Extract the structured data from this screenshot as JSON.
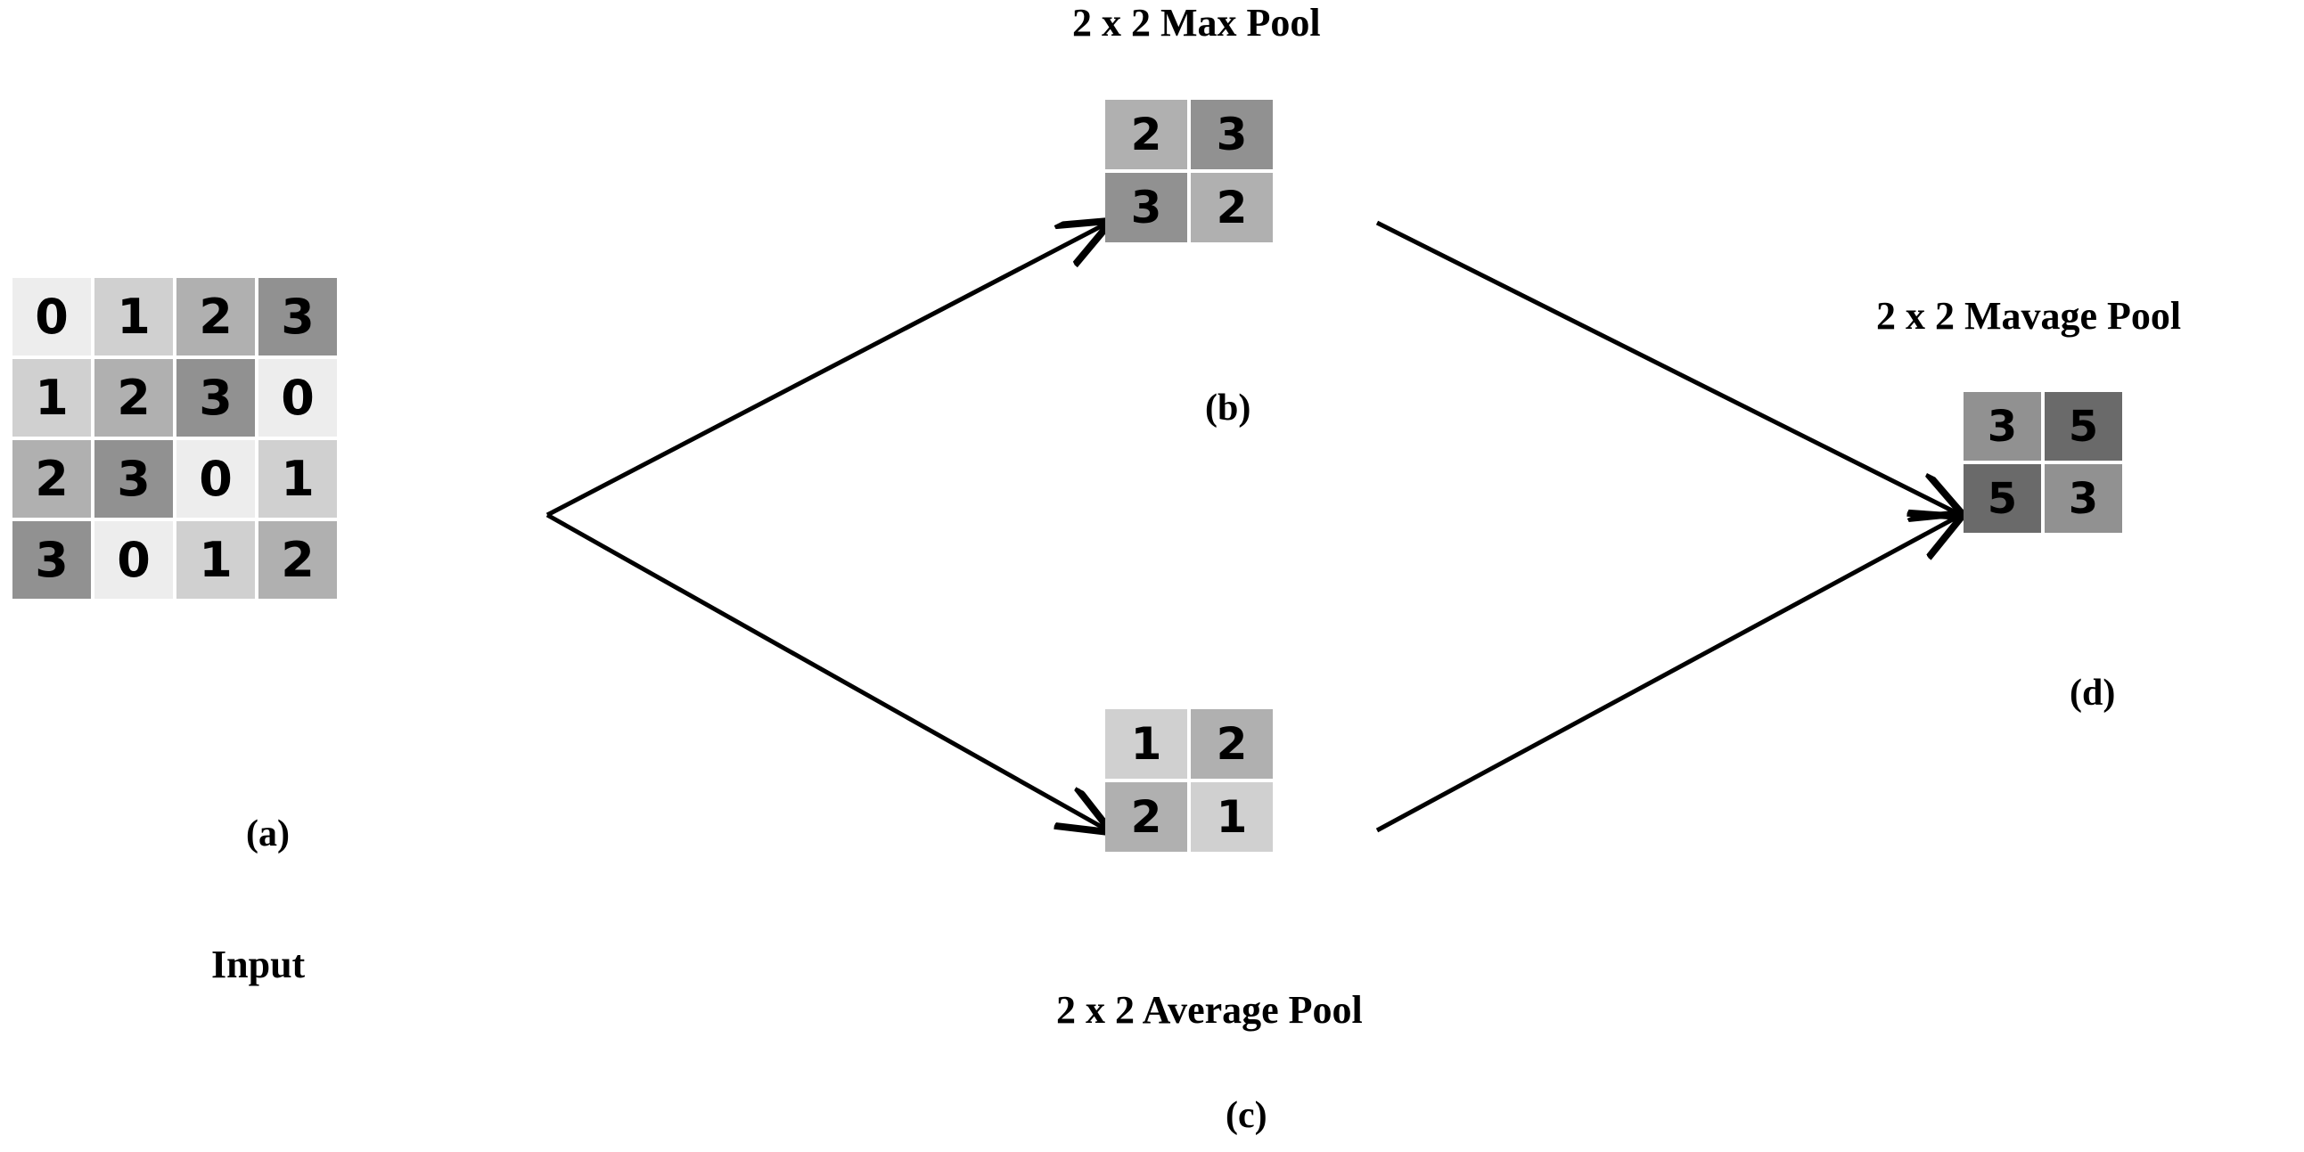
{
  "diagram": {
    "title_max_pool": "2 x 2 Max Pool",
    "title_average_pool": "2 x 2 Average Pool",
    "title_mavage_pool": "2 x 2 Mavage Pool",
    "label_a": "(a)",
    "label_b": "(b)",
    "label_c": "(c)",
    "label_d": "(d)",
    "label_input": "Input"
  },
  "value_colors": {
    "0": "#ededed",
    "1": "#d0d0d0",
    "2": "#b0b0b0",
    "3": "#919191",
    "5": "#6a6a6a"
  },
  "chart_data": {
    "type": "table",
    "title": "2 x 2 pooling comparison diagram",
    "grids": [
      {
        "name": "input",
        "caption": "(a)",
        "subcaption": "Input",
        "rows": 4,
        "cols": 4,
        "values": [
          [
            0,
            1,
            2,
            3
          ],
          [
            1,
            2,
            3,
            0
          ],
          [
            2,
            3,
            0,
            1
          ],
          [
            3,
            0,
            1,
            2
          ]
        ]
      },
      {
        "name": "max-pool",
        "caption": "(b)",
        "title": "2 x 2 Max Pool",
        "rows": 2,
        "cols": 2,
        "values": [
          [
            2,
            3
          ],
          [
            3,
            2
          ]
        ]
      },
      {
        "name": "average-pool",
        "caption": "(c)",
        "title": "2 x 2 Average Pool",
        "rows": 2,
        "cols": 2,
        "values": [
          [
            1,
            2
          ],
          [
            2,
            1
          ]
        ]
      },
      {
        "name": "mavage-pool",
        "caption": "(d)",
        "title": "2 x 2 Mavage Pool",
        "rows": 2,
        "cols": 2,
        "values": [
          [
            3,
            5
          ],
          [
            5,
            3
          ]
        ]
      }
    ],
    "edges": [
      {
        "from": "input",
        "to": "max-pool"
      },
      {
        "from": "input",
        "to": "average-pool"
      },
      {
        "from": "max-pool",
        "to": "mavage-pool"
      },
      {
        "from": "average-pool",
        "to": "mavage-pool"
      }
    ]
  }
}
